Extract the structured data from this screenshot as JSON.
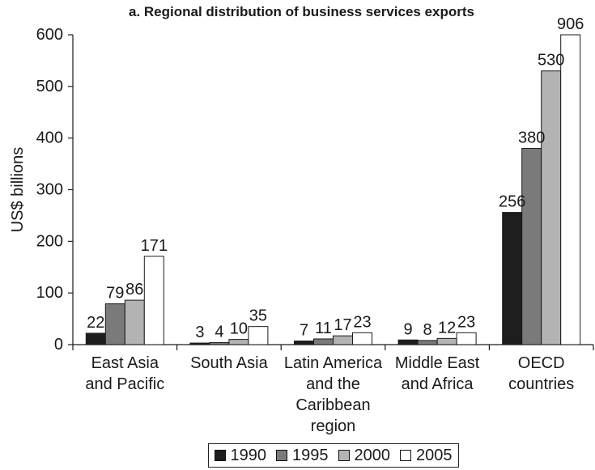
{
  "chart_data": {
    "type": "bar",
    "title": "a. Regional distribution of business services exports",
    "xlabel": "",
    "ylabel": "US$ billions",
    "ylim": [
      0,
      600
    ],
    "yticks": [
      0,
      100,
      200,
      300,
      400,
      500,
      600
    ],
    "grid": false,
    "legend": "bottom",
    "categories": [
      "East Asia\nand Pacific",
      "South Asia",
      "Latin America\nand the\nCaribbean\nregion",
      "Middle East\nand Africa",
      "OECD\ncountries"
    ],
    "series": [
      {
        "name": "1990",
        "color": "#1e1e1e",
        "values": [
          22,
          3,
          7,
          9,
          256
        ]
      },
      {
        "name": "1995",
        "color": "#7a7a7a",
        "values": [
          79,
          4,
          11,
          8,
          380
        ]
      },
      {
        "name": "2000",
        "color": "#b3b3b3",
        "values": [
          86,
          10,
          17,
          12,
          530
        ]
      },
      {
        "name": "2005",
        "color": "#ffffff",
        "values": [
          171,
          35,
          23,
          23,
          906
        ]
      }
    ]
  }
}
